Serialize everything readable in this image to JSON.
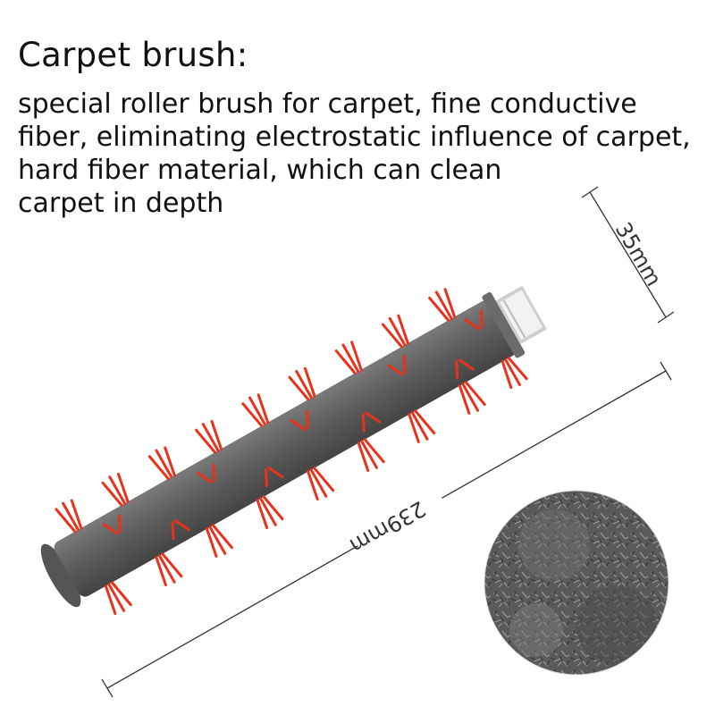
{
  "heading": "Carpet brush:",
  "description_lines": [
    "special roller brush for carpet, fine conductive",
    "fiber, eliminating electrostatic influence of carpet,",
    "hard fiber material, which can clean",
    "carpet in depth"
  ],
  "dimensions": {
    "diameter_label": "35mm",
    "length_label": "239mm"
  },
  "colors": {
    "roller_body": "#5f5f5f",
    "bristles": "#e8321c",
    "end_cap": "#d8d8d8",
    "fiber_texture": "#6a6a6a"
  }
}
